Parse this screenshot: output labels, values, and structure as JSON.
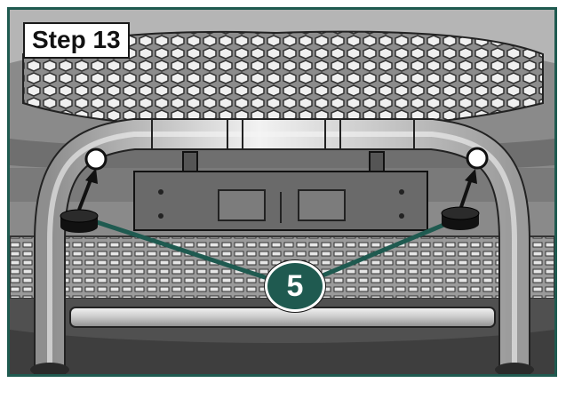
{
  "step": {
    "label": "Step 13"
  },
  "callout": {
    "number": "5"
  },
  "colors": {
    "frame": "#1f5a50",
    "callout_fill": "#1f5a50",
    "leader_line": "#1f5a50"
  },
  "parts": [
    {
      "name": "left-rubber-pad",
      "icon": "black-rubber-pad-icon"
    },
    {
      "name": "right-rubber-pad",
      "icon": "black-rubber-pad-icon"
    }
  ]
}
